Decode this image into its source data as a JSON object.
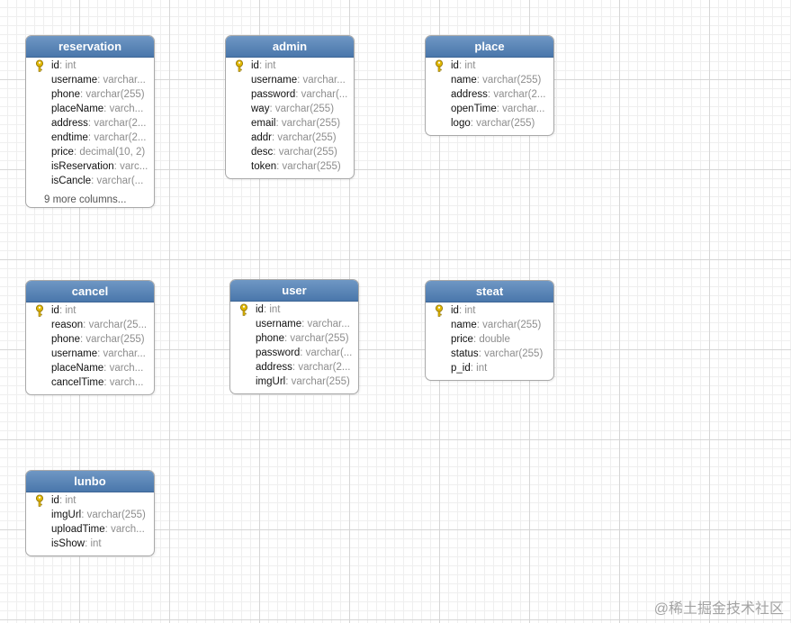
{
  "tables": [
    {
      "name": "reservation",
      "columns": [
        {
          "name": "id",
          "type": "int",
          "key": true
        },
        {
          "name": "username",
          "type": "varchar..."
        },
        {
          "name": "phone",
          "type": "varchar(255)"
        },
        {
          "name": "placeName",
          "type": "varch..."
        },
        {
          "name": "address",
          "type": "varchar(2..."
        },
        {
          "name": "endtime",
          "type": "varchar(2..."
        },
        {
          "name": "price",
          "type": "decimal(10, 2)"
        },
        {
          "name": "isReservation",
          "type": "varc..."
        },
        {
          "name": "isCancle",
          "type": "varchar(..."
        }
      ],
      "more": "9 more columns..."
    },
    {
      "name": "admin",
      "columns": [
        {
          "name": "id",
          "type": "int",
          "key": true
        },
        {
          "name": "username",
          "type": "varchar..."
        },
        {
          "name": "password",
          "type": "varchar(..."
        },
        {
          "name": "way",
          "type": "varchar(255)"
        },
        {
          "name": "email",
          "type": "varchar(255)"
        },
        {
          "name": "addr",
          "type": "varchar(255)"
        },
        {
          "name": "desc",
          "type": "varchar(255)"
        },
        {
          "name": "token",
          "type": "varchar(255)"
        }
      ]
    },
    {
      "name": "place",
      "columns": [
        {
          "name": "id",
          "type": "int",
          "key": true
        },
        {
          "name": "name",
          "type": "varchar(255)"
        },
        {
          "name": "address",
          "type": "varchar(2..."
        },
        {
          "name": "openTime",
          "type": "varchar..."
        },
        {
          "name": "logo",
          "type": "varchar(255)"
        }
      ]
    },
    {
      "name": "cancel",
      "columns": [
        {
          "name": "id",
          "type": "int",
          "key": true
        },
        {
          "name": "reason",
          "type": "varchar(25..."
        },
        {
          "name": "phone",
          "type": "varchar(255)"
        },
        {
          "name": "username",
          "type": "varchar..."
        },
        {
          "name": "placeName",
          "type": "varch..."
        },
        {
          "name": "cancelTime",
          "type": "varch..."
        }
      ]
    },
    {
      "name": "user",
      "columns": [
        {
          "name": "id",
          "type": "int",
          "key": true
        },
        {
          "name": "username",
          "type": "varchar..."
        },
        {
          "name": "phone",
          "type": "varchar(255)"
        },
        {
          "name": "password",
          "type": "varchar(..."
        },
        {
          "name": "address",
          "type": "varchar(2..."
        },
        {
          "name": "imgUrl",
          "type": "varchar(255)"
        }
      ]
    },
    {
      "name": "steat",
      "columns": [
        {
          "name": "id",
          "type": "int",
          "key": true
        },
        {
          "name": "name",
          "type": "varchar(255)"
        },
        {
          "name": "price",
          "type": "double"
        },
        {
          "name": "status",
          "type": "varchar(255)"
        },
        {
          "name": "p_id",
          "type": "int"
        }
      ]
    },
    {
      "name": "lunbo",
      "columns": [
        {
          "name": "id",
          "type": "int",
          "key": true
        },
        {
          "name": "imgUrl",
          "type": "varchar(255)"
        },
        {
          "name": "uploadTime",
          "type": "varch..."
        },
        {
          "name": "isShow",
          "type": "int"
        }
      ]
    }
  ],
  "separator": ": ",
  "watermark": "@稀土掘金技术社区",
  "colors": {
    "header_top": "#6f97c4",
    "header_bottom": "#4a77ab",
    "key_icon": "#e2b900",
    "type_text": "#8d8d8d"
  },
  "icons": {
    "primary_key": "key-icon"
  }
}
